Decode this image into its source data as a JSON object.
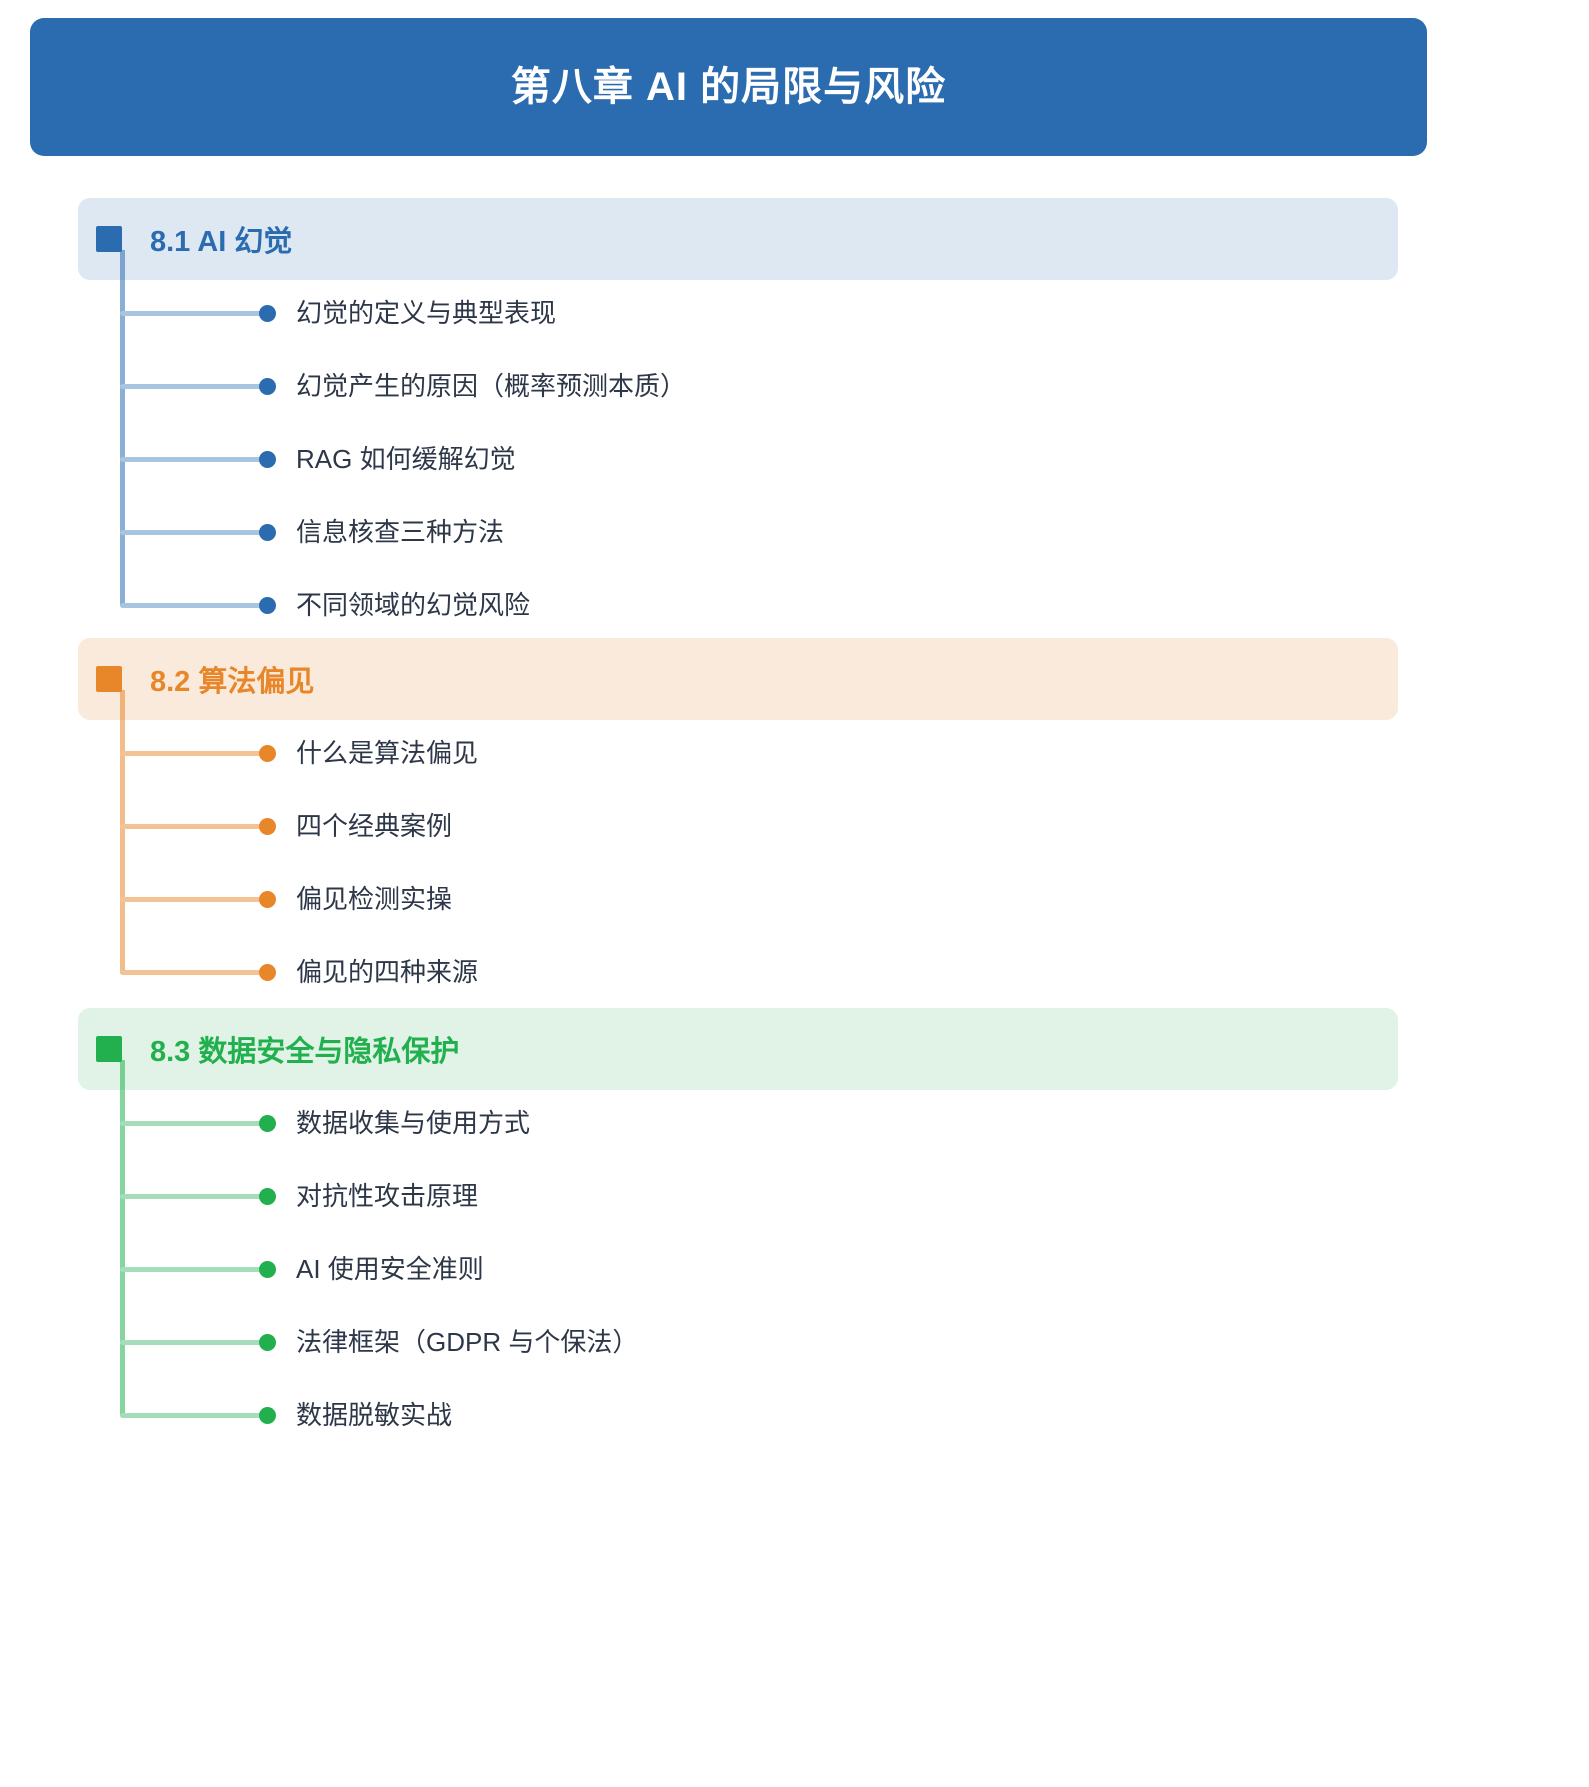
{
  "header": {
    "title": "第八章 AI 的局限与风险",
    "bar_color": "#2B6CB0",
    "text_color": "#FFFFFF"
  },
  "palette": {
    "blue_strong": "#2B6CB0",
    "blue_line": "#A7C4E0",
    "blue_band": "#DEE8F3",
    "orange_strong": "#E8862A",
    "orange_line": "#F3C396",
    "orange_band": "#FAEADC",
    "green_strong": "#22B04F",
    "green_line": "#A5DCBA",
    "green_band": "#E1F3E6",
    "node_text": "#2D3748"
  },
  "sections": [
    {
      "id": "8.1",
      "title": "8.1 AI 幻觉",
      "accent": "#2B6CB0",
      "band": "#DEE8F3",
      "line": "#A7C4E0",
      "items": [
        {
          "label": "幻觉的定义与典型表现"
        },
        {
          "label": "幻觉产生的原因（概率预测本质）"
        },
        {
          "label": "RAG 如何缓解幻觉"
        },
        {
          "label": "信息核查三种方法"
        },
        {
          "label": "不同领域的幻觉风险"
        }
      ]
    },
    {
      "id": "8.2",
      "title": "8.2 算法偏见",
      "accent": "#E8862A",
      "band": "#FAEADC",
      "line": "#F3C396",
      "items": [
        {
          "label": "什么是算法偏见"
        },
        {
          "label": "四个经典案例"
        },
        {
          "label": "偏见检测实操"
        },
        {
          "label": "偏见的四种来源"
        }
      ]
    },
    {
      "id": "8.3",
      "title": "8.3 数据安全与隐私保护",
      "accent": "#22B04F",
      "band": "#E1F3E6",
      "line": "#A5DCBA",
      "items": [
        {
          "label": "数据收集与使用方式"
        },
        {
          "label": "对抗性攻击原理"
        },
        {
          "label": "AI 使用安全准则"
        },
        {
          "label": "法律框架（GDPR 与个保法）"
        },
        {
          "label": "数据脱敏实战"
        }
      ]
    }
  ],
  "layout": {
    "section_tops": [
      198,
      638,
      1008
    ],
    "first_item_offsets": [
      115,
      115,
      115
    ],
    "item_spacing": 73
  }
}
